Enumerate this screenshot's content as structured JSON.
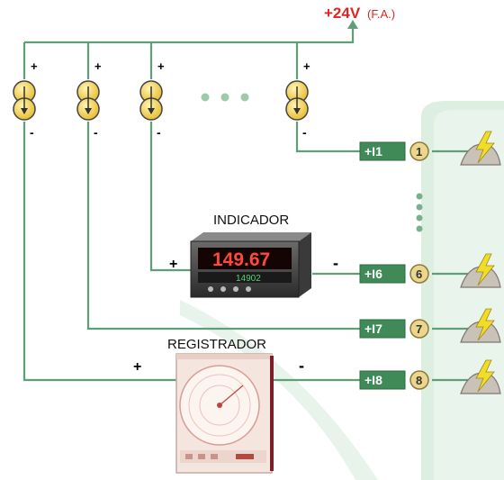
{
  "supply": {
    "voltage": "+24V",
    "note": "(F.A.)"
  },
  "sources": [
    {
      "plus": "+",
      "minus": "-"
    },
    {
      "plus": "+",
      "minus": "-"
    },
    {
      "plus": "+",
      "minus": "-"
    },
    {
      "plus": "+",
      "minus": "-"
    }
  ],
  "indicator": {
    "title": "INDICADOR",
    "display_main": "149.67",
    "display_sub": "14902",
    "plus": "+",
    "minus": "-"
  },
  "recorder": {
    "title": "REGISTRADOR",
    "plus": "+",
    "minus": "-"
  },
  "inputs": [
    {
      "tag": "+I1",
      "number": "1"
    },
    {
      "tag": "+I6",
      "number": "6"
    },
    {
      "tag": "+I7",
      "number": "7"
    },
    {
      "tag": "+I8",
      "number": "8"
    }
  ],
  "colors": {
    "wire": "#5f9e78",
    "tag_fill": "#3f8a57",
    "terminal_fill": "#ecd68e",
    "supply_red": "#e02424",
    "background_arc": "#e0f0e4",
    "source_yellow": "#f0d34c",
    "lightning": "#f2dc2a"
  }
}
